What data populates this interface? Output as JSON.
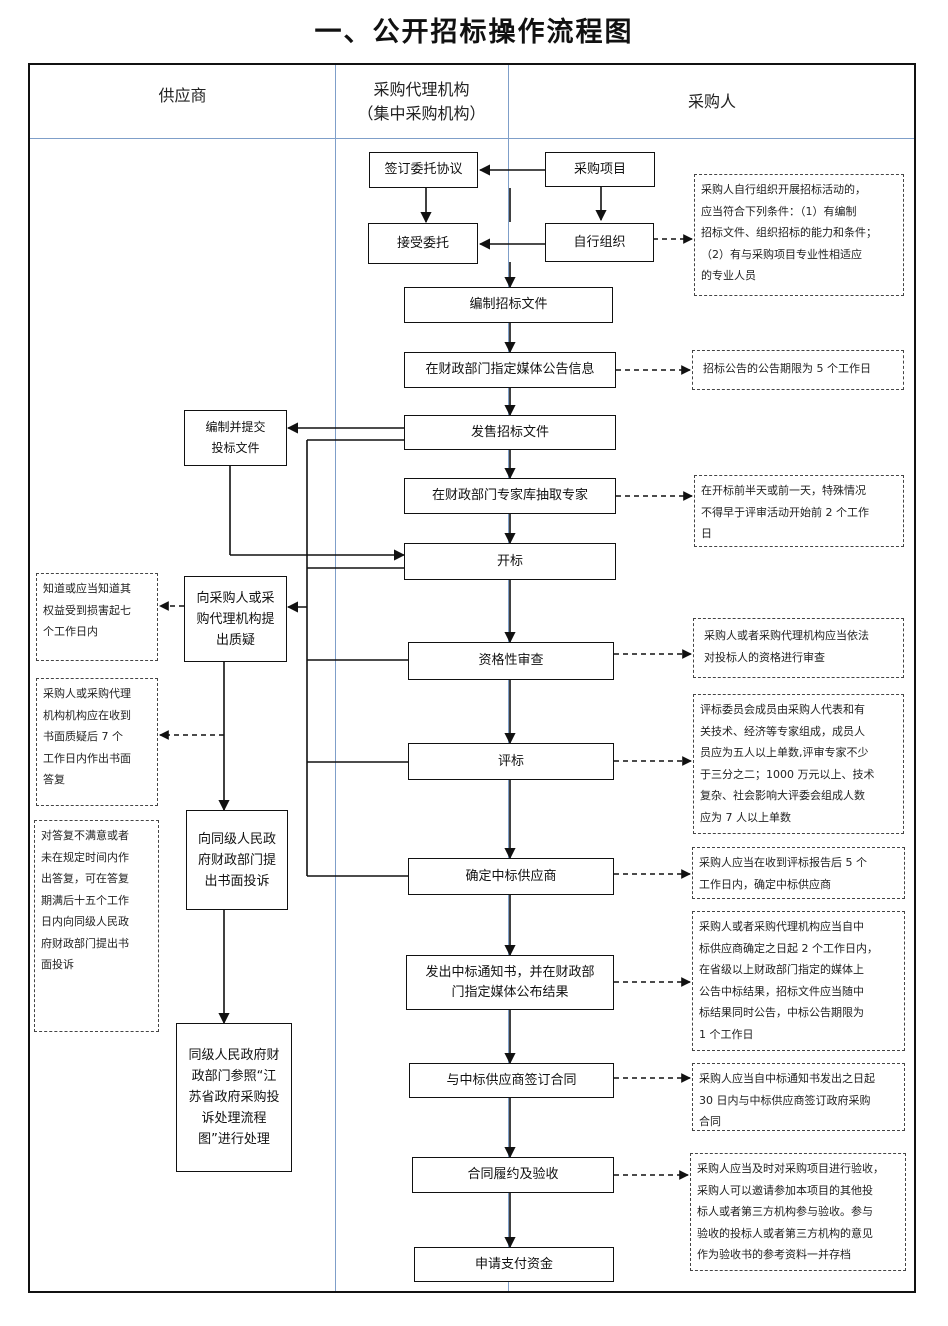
{
  "title": "一、公开招标操作流程图",
  "columns": {
    "supplier": "供应商",
    "agency_line1": "采购代理机构",
    "agency_line2": "（集中采购机构）",
    "purchaser": "采购人"
  },
  "boxes": {
    "sign_agreement": "签订委托协议",
    "procurement_project": "采购项目",
    "accept_entrust": "接受委托",
    "self_organize": "自行组织",
    "prepare_docs": "编制招标文件",
    "publish_info": "在财政部门指定媒体公告信息",
    "sell_docs": "发售招标文件",
    "draw_experts": "在财政部门专家库抽取专家",
    "open_bids": "开标",
    "qualification": "资格性审查",
    "evaluate": "评标",
    "determine_winner": "确定中标供应商",
    "notify": "发出中标通知书，并在财政部门指定媒体公布结果",
    "sign_contract": "与中标供应商签订合同",
    "perform": "合同履约及验收",
    "payment": "申请支付资金",
    "submit_bid": "编制并提交投标文件",
    "raise_query": "向采购人或采购代理机构提出质疑",
    "complain": "向同级人民政府财政部门提出书面投诉",
    "handle": "同级人民政府财政部门参照“江苏省政府采购投诉处理流程图”进行处理"
  },
  "notes": {
    "self_org_note": "采购人自行组织开展招标活动的，\n应当符合下列条件：（1）有编制\n招标文件、组织招标的能力和条件；\n（2）有与采购项目专业性相适应\n的专业人员",
    "announce_note": "招标公告的公告期限为 5 个工作日",
    "experts_note": "在开标前半天或前一天，特殊情况\n不得早于评审活动开始前 2 个工作\n日",
    "query_note": "知道或应当知道其\n权益受到损害起七\n个工作日内",
    "reply_note": "采购人或采购代理\n机构机构应在收到\n书面质疑后 7 个\n工作日内作出书面\n答复",
    "complain_note": "对答复不满意或者\n未在规定时间内作\n出答复，可在答复\n期满后十五个工作\n日内向同级人民政\n府财政部门提出书\n面投诉",
    "qual_note": "采购人或者采购代理机构应当依法\n对投标人的资格进行审查",
    "eval_note": "评标委员会成员由采购人代表和有\n关技术、经济等专家组成，成员人\n员应为五人以上单数,评审专家不少\n于三分之二；1000 万元以上、技术\n复杂、社会影响大评委会组成人数\n应为 7 人以上单数",
    "winner_note": "采购人应当在收到评标报告后 5 个\n工作日内，确定中标供应商",
    "notify_note": "采购人或者采购代理机构应当自中\n标供应商确定之日起 2 个工作日内，\n在省级以上财政部门指定的媒体上\n公告中标结果，招标文件应当随中\n标结果同时公告，中标公告期限为\n1 个工作日",
    "contract_note": "采购人应当自中标通知书发出之日起\n30 日内与中标供应商签订政府采购\n合同",
    "accept_note": "采购人应当及时对采购项目进行验收，\n采购人可以邀请参加本项目的其他投\n标人或者第三方机构参与验收。参与\n验收的投标人或者第三方机构的意见\n作为验收书的参考资料一并存档"
  }
}
